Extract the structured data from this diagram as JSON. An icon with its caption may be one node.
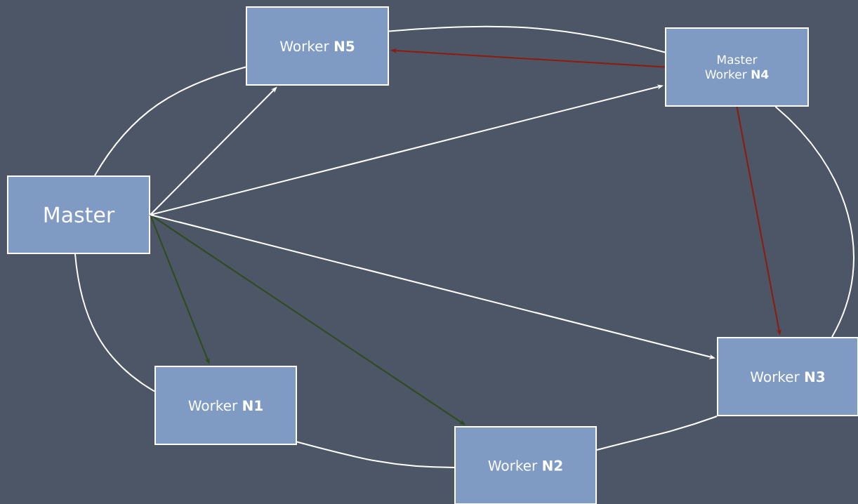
{
  "diagram": {
    "nodes": [
      {
        "text": [
          "Master"
        ]
      },
      {
        "text": [
          "Worker **N5**"
        ]
      },
      {
        "text": [
          "Master",
          "Worker **N4**"
        ]
      },
      {
        "text": [
          "Worker **N1**"
        ]
      },
      {
        "text": [
          "Worker **N2**"
        ]
      },
      {
        "text": [
          "Worker **N3**"
        ]
      }
    ],
    "edges": [
      {
        "from": 0,
        "to": 1,
        "arrow": "none"
      },
      {
        "from": 1,
        "to": 2,
        "arrow": "none"
      },
      {
        "from": 2,
        "to": 5,
        "arrow": "none"
      },
      {
        "from": 5,
        "to": 4,
        "arrow": "none"
      },
      {
        "from": 4,
        "to": 3,
        "arrow": "none"
      },
      {
        "from": 3,
        "to": 0,
        "arrow": "none"
      },
      {
        "from": 0,
        "to": 1,
        "arrow": "to"
      },
      {
        "from": 0,
        "to": 2,
        "arrow": "to"
      },
      {
        "from": 0,
        "to": 3,
        "arrow": "to",
        "color": "#2f4a1c"
      },
      {
        "from": 0,
        "to": 4,
        "arrow": "to",
        "color": "#2f4a1c"
      },
      {
        "from": 0,
        "to": 5,
        "arrow": "to"
      },
      {
        "from": 2,
        "to": 1,
        "arrow": "to",
        "color": "#8e1b0c"
      },
      {
        "from": 2,
        "to": 5,
        "arrow": "to",
        "color": "#8e1b0c"
      }
    ]
  }
}
